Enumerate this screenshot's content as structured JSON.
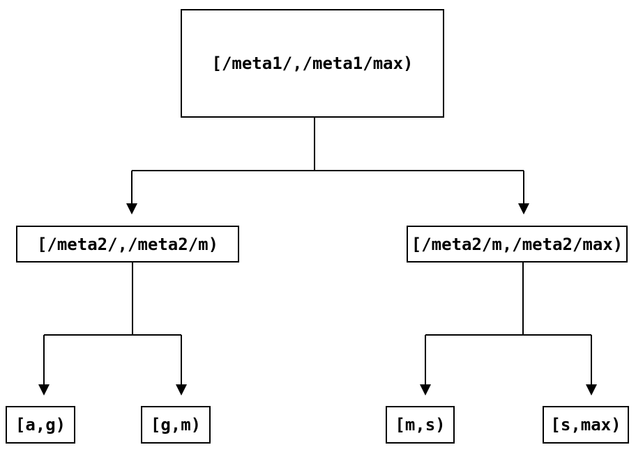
{
  "diagram": {
    "colors": {
      "background": "#ffffff",
      "line": "#000000",
      "text": "#000000"
    },
    "nodes": {
      "root": {
        "label": "[/meta1/,/meta1/max)"
      },
      "child_left": {
        "label": "[/meta2/,/meta2/m)"
      },
      "child_right": {
        "label": "[/meta2/m,/meta2/max)"
      },
      "leaf_ag": {
        "label": "[a,g)"
      },
      "leaf_gm": {
        "label": "[g,m)"
      },
      "leaf_ms": {
        "label": "[m,s)"
      },
      "leaf_smax": {
        "label": "[s,max)"
      }
    }
  }
}
